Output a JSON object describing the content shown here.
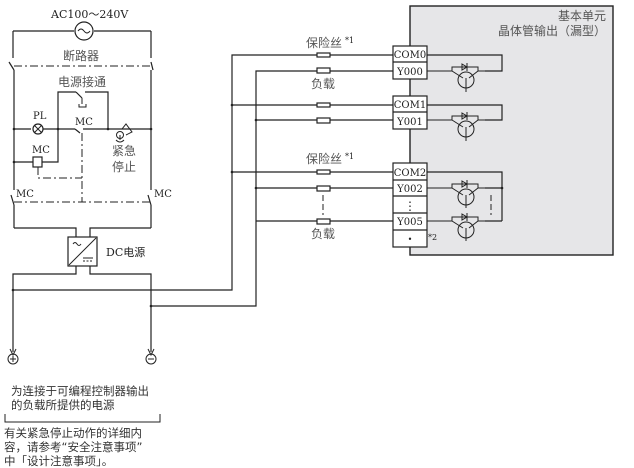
{
  "ac_supply": {
    "label": "AC100～240V",
    "symbol": "~"
  },
  "breaker": {
    "label": "断路器"
  },
  "power_on_switch": {
    "label": "电源接通"
  },
  "pilot_lamp": {
    "label": "PL"
  },
  "mc_contact_label": "MC",
  "mc_coil_label": "MC",
  "mc_left_label": "MC",
  "mc_right_label": "MC",
  "emergency_stop": {
    "line1": "紧急",
    "line2": "停止"
  },
  "dc_supply": {
    "label": "DC电源",
    "ac_symbol": "~"
  },
  "terminals": {
    "plus": "+",
    "minus": "−"
  },
  "base_unit": {
    "title_line1": "基本单元",
    "title_line2": "晶体管输出（漏型）",
    "fill_color": "#e6e6e8"
  },
  "fuse_labels": [
    {
      "text": "保险丝",
      "note": "*1"
    },
    {
      "text": "保险丝",
      "note": "*1"
    }
  ],
  "load_labels": [
    "负载",
    "负载"
  ],
  "terminal_block": [
    "COM0",
    "Y000",
    "COM1",
    "Y001",
    "COM2",
    "Y002",
    "⋮",
    "Y005",
    "•"
  ],
  "note2": "*2",
  "power_note": {
    "line1": "为连接于可编程控制器输出",
    "line2": "的负载所提供的电源"
  },
  "emergency_note": {
    "line1": "有关紧急停止动作的详细内",
    "line2": "容，请参考“安全注意事项”",
    "line3": "中「设计注意事项」。"
  }
}
